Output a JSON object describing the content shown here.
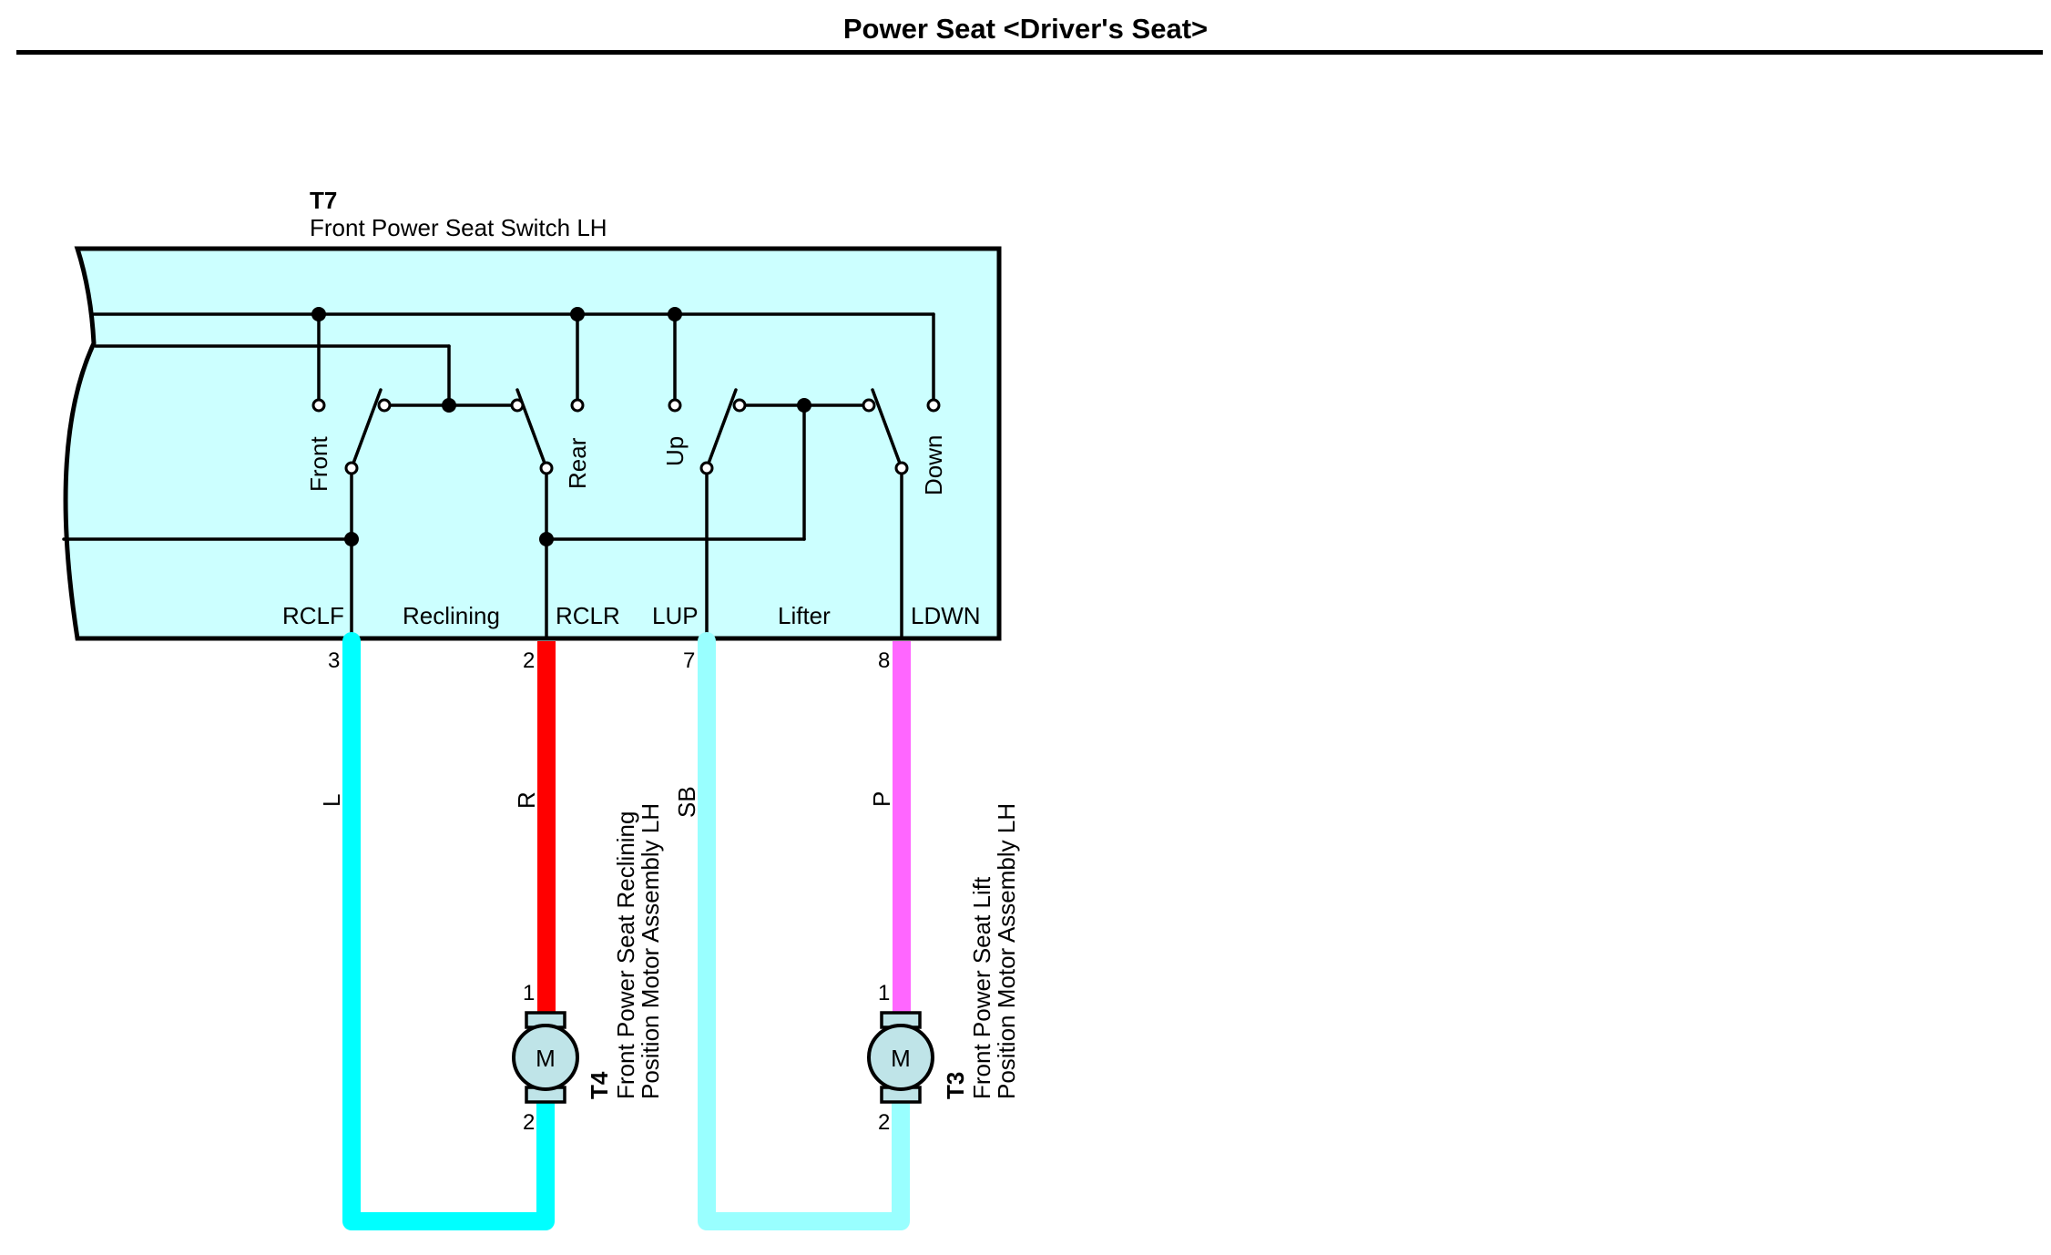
{
  "title": "Power Seat <Driver's Seat>",
  "colors": {
    "switch_box_fill": "#ccffff",
    "motor_fill": "#bfe4e8",
    "wire_L": "#00ffff",
    "wire_R": "#ff0000",
    "wire_SB": "#99ffff",
    "wire_P": "#ff66ff",
    "lines": "#000000"
  },
  "switch": {
    "code": "T7",
    "name": "Front Power Seat Switch LH",
    "contacts": {
      "front": "Front",
      "rear": "Rear",
      "up": "Up",
      "down": "Down"
    },
    "sections": {
      "reclining": "Reclining",
      "lifter": "Lifter"
    },
    "terminals": {
      "rclf": "RCLF",
      "rclr": "RCLR",
      "lup": "LUP",
      "ldwn": "LDWN"
    },
    "pins": {
      "rclf": "3",
      "rclr": "2",
      "lup": "7",
      "ldwn": "8"
    }
  },
  "wires": {
    "rclf": "L",
    "rclr": "R",
    "lup": "SB",
    "ldwn": "P"
  },
  "motors": [
    {
      "code": "T4",
      "name_line1": "Front Power Seat Reclining",
      "name_line2": "Position Motor Assembly LH",
      "symbol": "M",
      "pin_top": "1",
      "pin_bottom": "2"
    },
    {
      "code": "T3",
      "name_line1": "Front Power Seat Lift",
      "name_line2": "Position Motor Assembly LH",
      "symbol": "M",
      "pin_top": "1",
      "pin_bottom": "2"
    }
  ]
}
